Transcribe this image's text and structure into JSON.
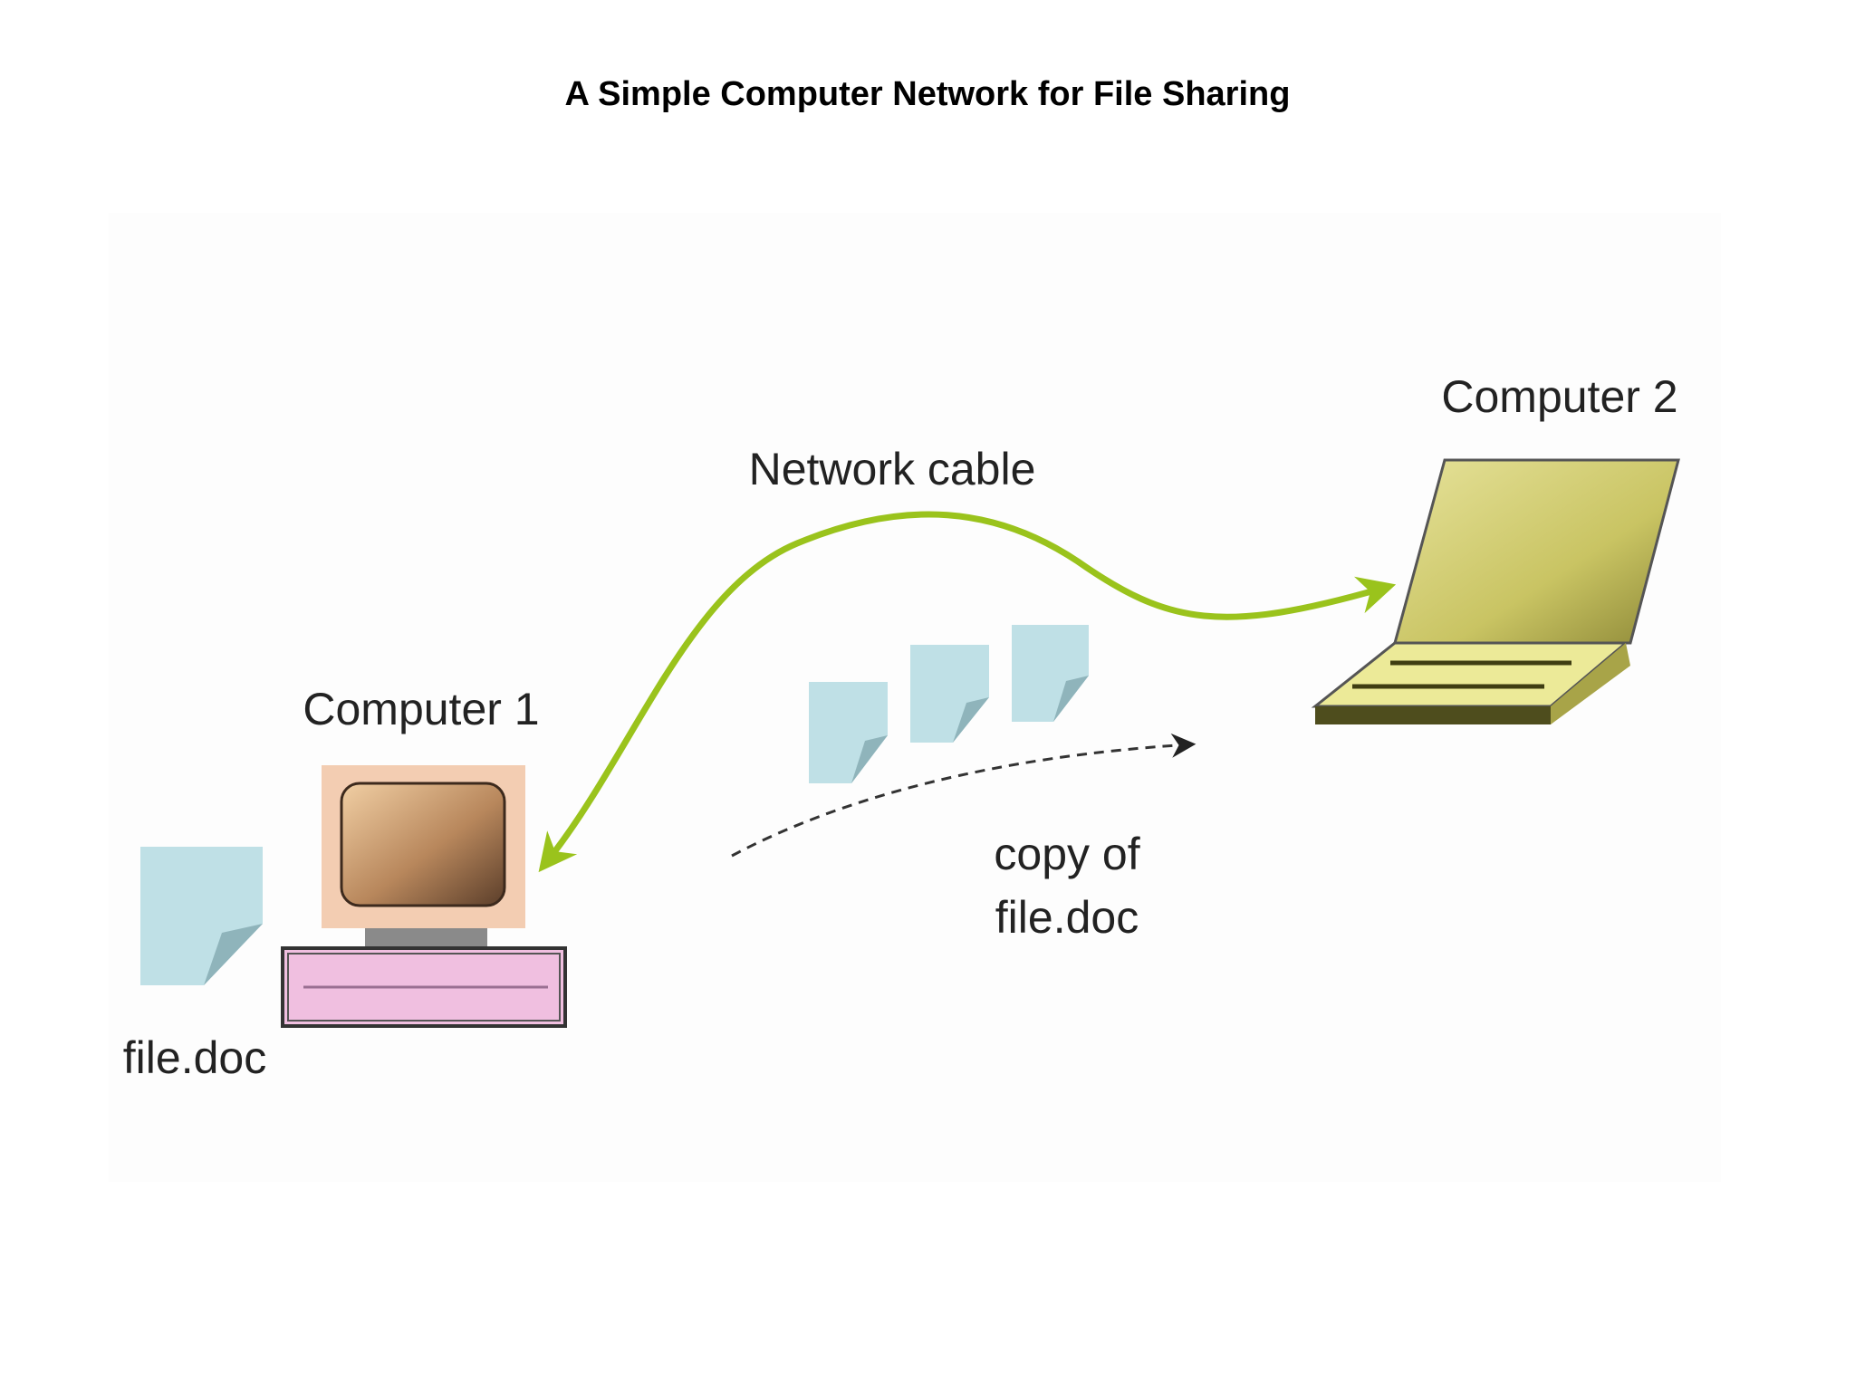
{
  "title": "A Simple Computer Network for File Sharing",
  "labels": {
    "computer1": "Computer 1",
    "computer2": "Computer 2",
    "network_cable": "Network cable",
    "file": "file.doc",
    "copy_line1": "copy of",
    "copy_line2": "file.doc"
  },
  "icons": {
    "computer1": "desktop-computer-icon",
    "computer2": "laptop-computer-icon",
    "file": "document-icon",
    "copies": "document-copy-icon"
  },
  "colors": {
    "cable": "#9ac31c",
    "document": "#bfe0e6",
    "monitor_case": "#f3cdb2",
    "screen_light": "#e8c39b",
    "screen_dark": "#6a4a33",
    "keyboard": "#f0bfe0",
    "laptop_lid": "#d3cf72",
    "laptop_base": "#ecea98",
    "transfer_arrow": "#333333"
  }
}
